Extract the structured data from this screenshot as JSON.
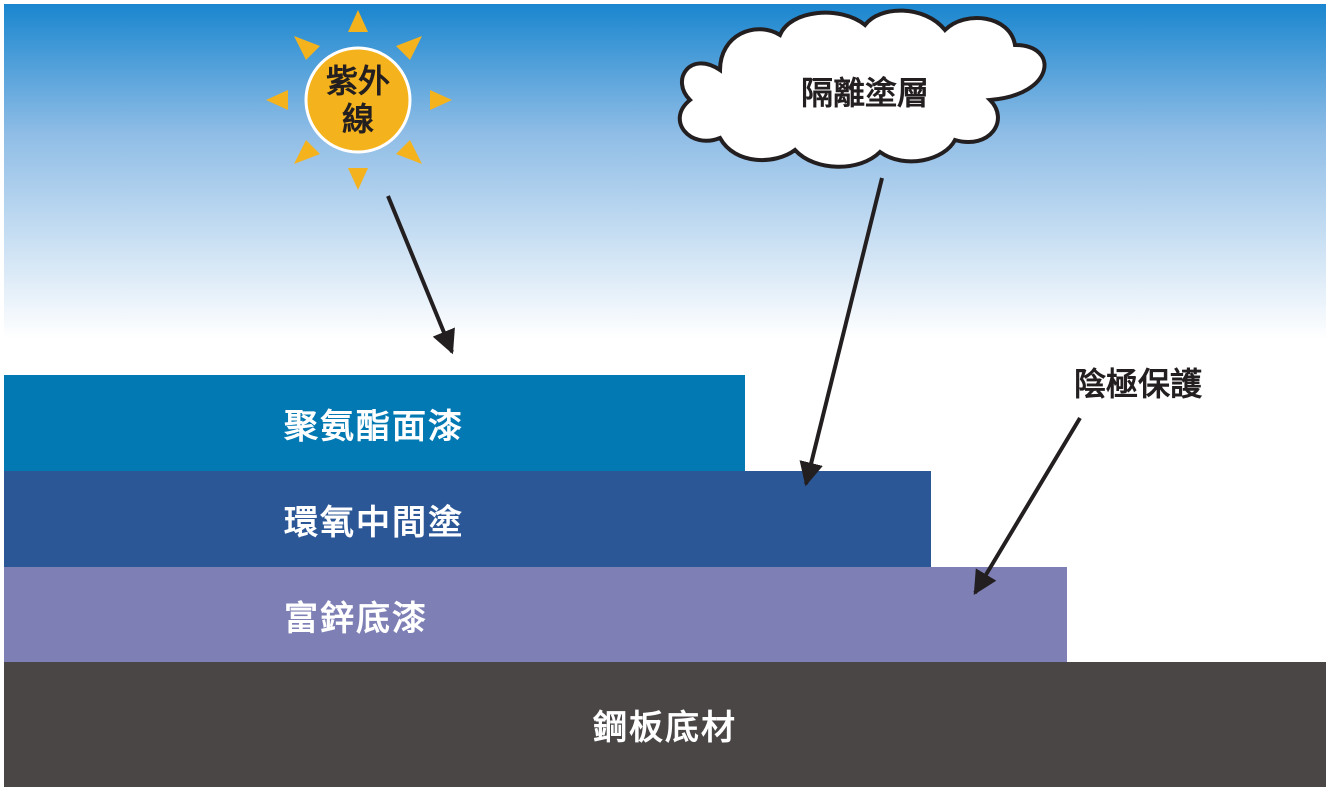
{
  "colors": {
    "sky_top": "#1a86cf",
    "sky_bottom": "#ffffff",
    "topcoat": "#0379b3",
    "midcoat": "#2c5797",
    "primer": "#7e80b5",
    "substrate": "#4a4646",
    "sun": "#f4b21d",
    "arrow": "#231f20"
  },
  "layers": {
    "topcoat": "聚氨酯面漆",
    "midcoat": "環氧中間塗",
    "primer": "富鋅底漆",
    "substrate": "鋼板底材"
  },
  "callouts": {
    "sun_line1": "紫外",
    "sun_line2": "線",
    "cloud": "隔離塗層",
    "cathodic": "陰極保護"
  },
  "icons": {
    "sun": "sun-icon",
    "cloud": "cloud-icon"
  }
}
